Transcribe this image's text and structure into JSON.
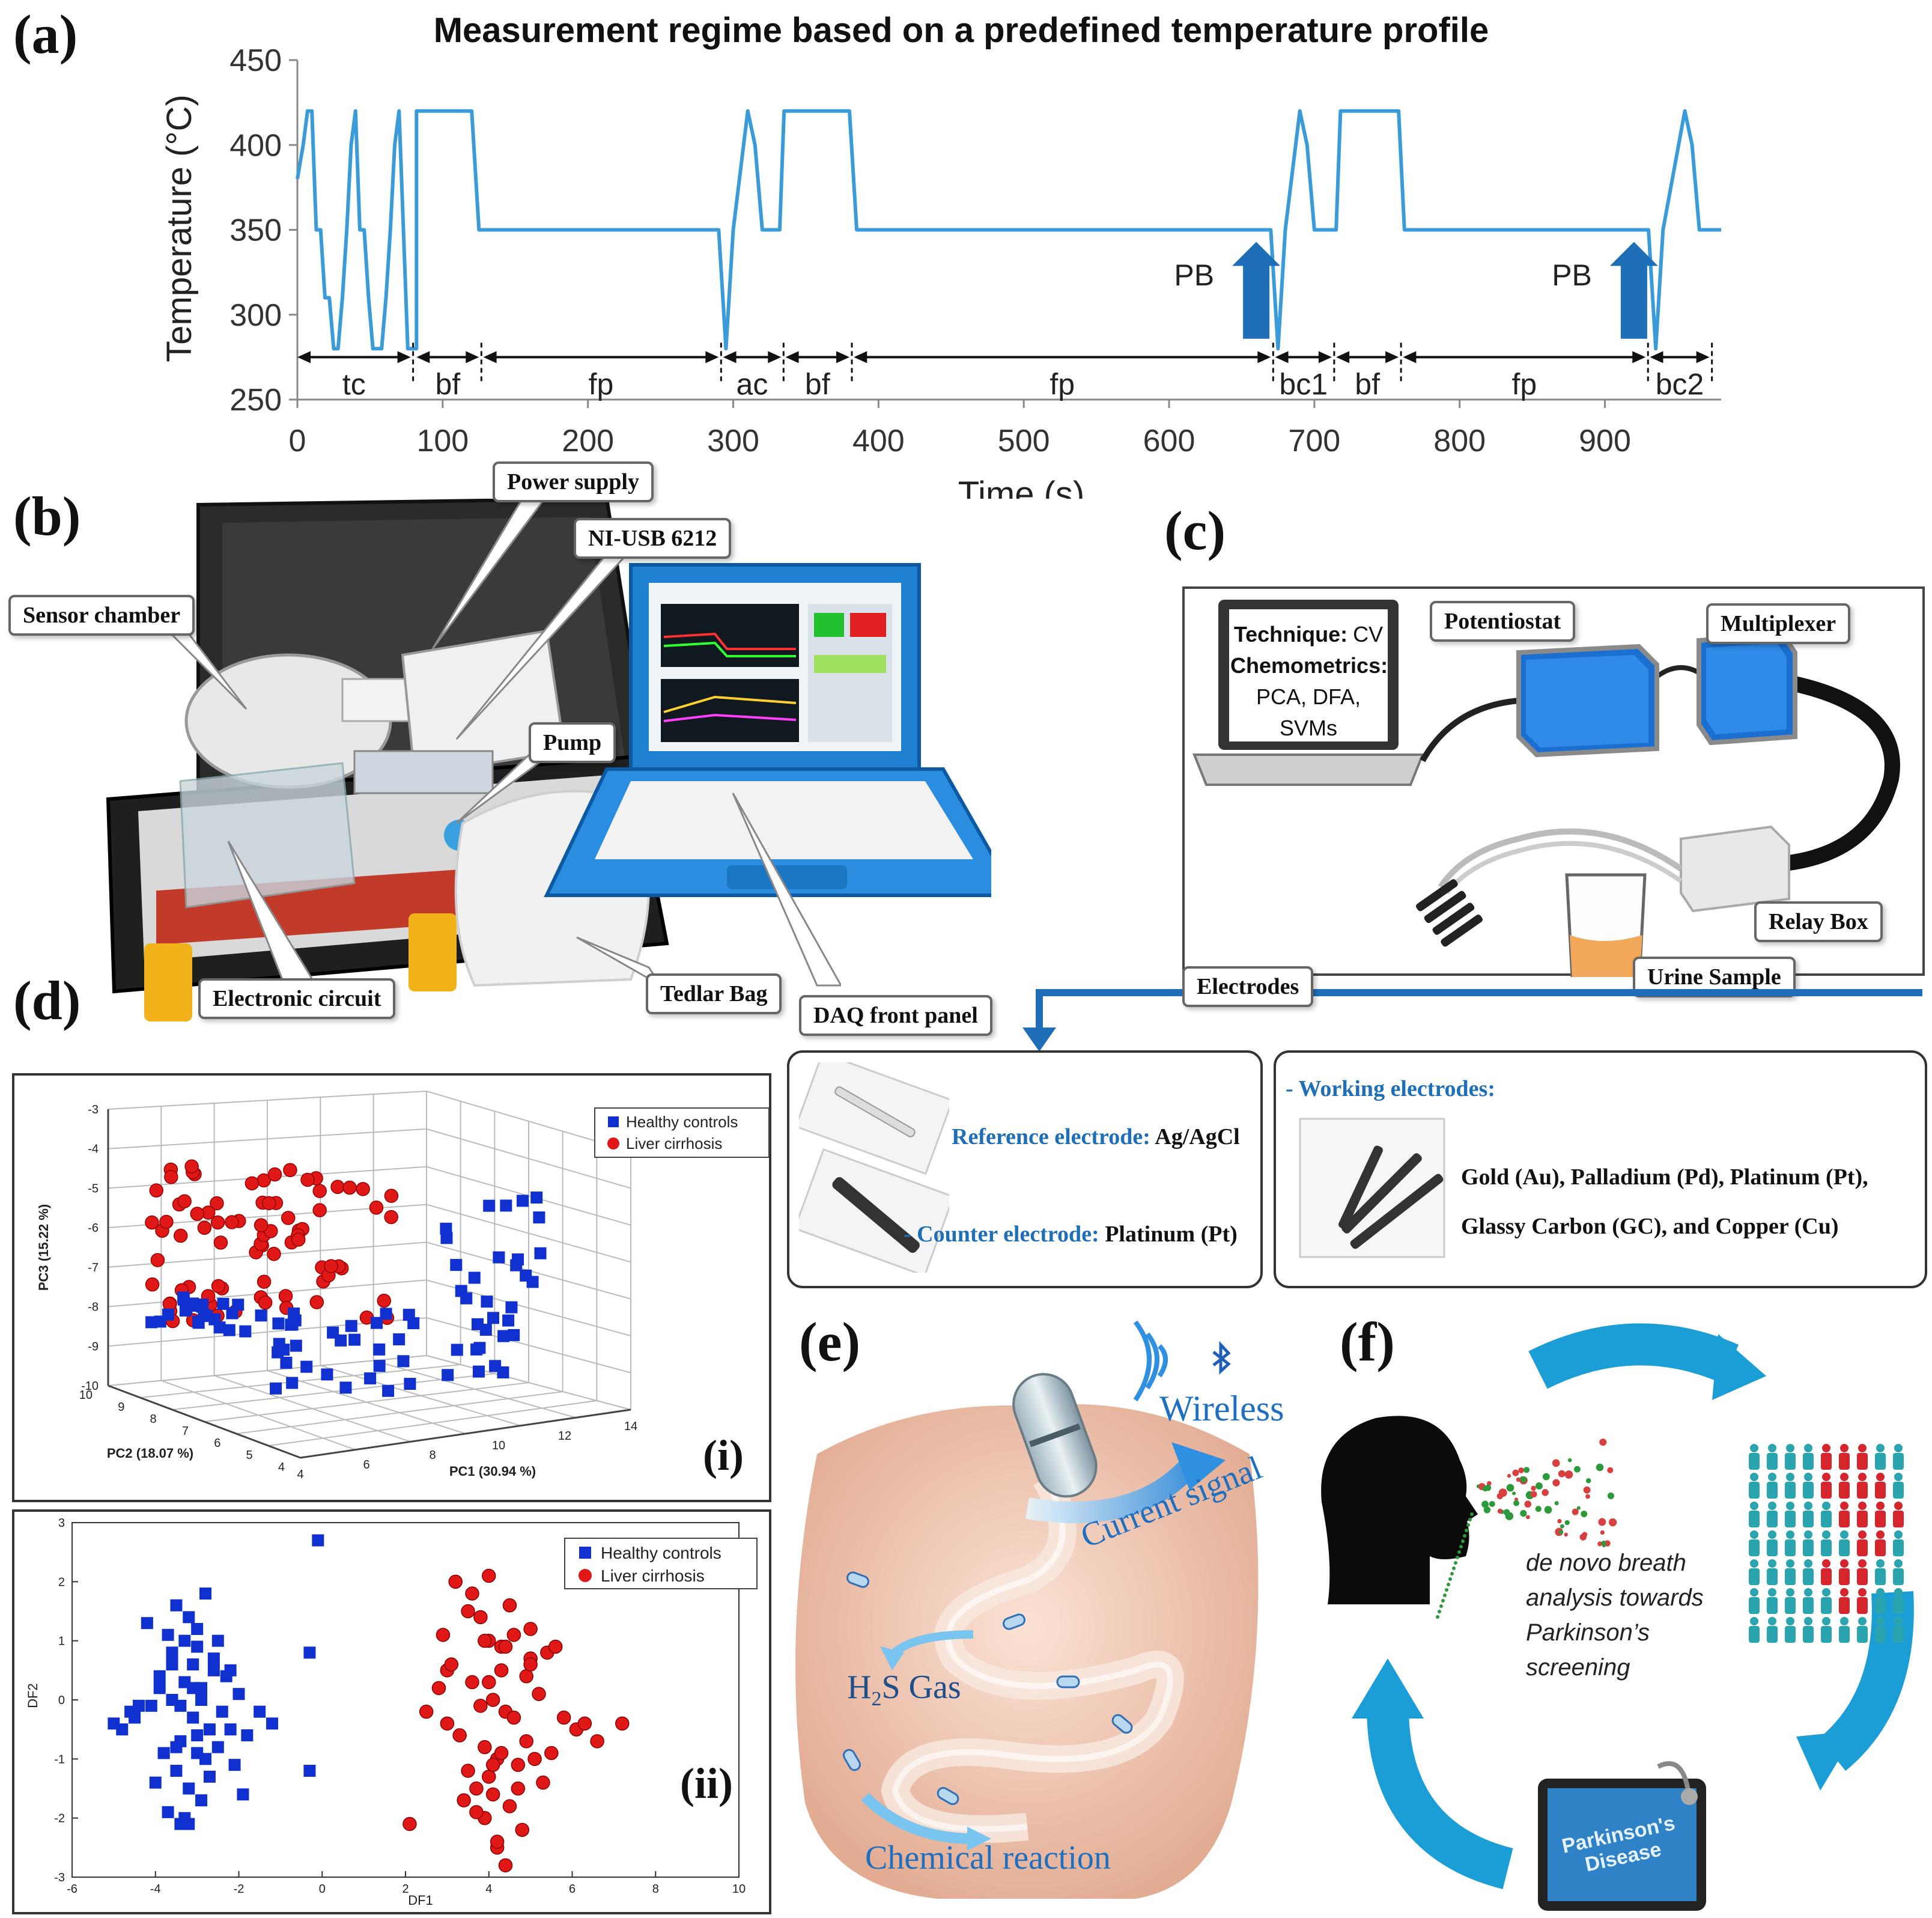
{
  "panels": {
    "a": "(a)",
    "b": "(b)",
    "c": "(c)",
    "d": "(d)",
    "e": "(e)",
    "f": "(f)"
  },
  "chart_data": [
    {
      "type": "line",
      "title": "Measurement regime based on a predefined temperature profile",
      "xlabel": "Time (s)",
      "ylabel": "Temperature (°C)",
      "xlim": [
        0,
        980
      ],
      "ylim": [
        250,
        450
      ],
      "xticks": [
        0,
        100,
        200,
        300,
        400,
        500,
        600,
        700,
        800,
        900
      ],
      "yticks": [
        250,
        300,
        350,
        400,
        450
      ],
      "color": "#3a9bd8",
      "series": [
        {
          "x": [
            0,
            4,
            7,
            10,
            13,
            16,
            19,
            22,
            25,
            28,
            31,
            34,
            37,
            40,
            43,
            46,
            49,
            52,
            55,
            58,
            61,
            64,
            67,
            70,
            73,
            76,
            79,
            82,
            82,
            120,
            125,
            290,
            295,
            300,
            310,
            315,
            320,
            332,
            335,
            380,
            385,
            670,
            675,
            680,
            690,
            695,
            700,
            715,
            718,
            758,
            762,
            930,
            935,
            940,
            955,
            960,
            965,
            980
          ],
          "y": [
            380,
            400,
            420,
            420,
            350,
            350,
            310,
            310,
            280,
            280,
            310,
            350,
            400,
            420,
            350,
            350,
            310,
            280,
            280,
            280,
            310,
            350,
            400,
            420,
            350,
            280,
            280,
            280,
            420,
            420,
            350,
            350,
            280,
            350,
            420,
            400,
            350,
            350,
            420,
            420,
            350,
            350,
            280,
            350,
            420,
            400,
            350,
            350,
            420,
            420,
            350,
            350,
            280,
            350,
            420,
            400,
            350,
            350
          ]
        }
      ],
      "annotations": {
        "pb_label": "PB",
        "pb_times": [
          660,
          920
        ],
        "segments": [
          {
            "label": "tc",
            "from": 0,
            "to": 78
          },
          {
            "label": "bf",
            "from": 82,
            "to": 125
          },
          {
            "label": "fp",
            "from": 128,
            "to": 290
          },
          {
            "label": "ac",
            "from": 293,
            "to": 333
          },
          {
            "label": "bf",
            "from": 336,
            "to": 380
          },
          {
            "label": "fp",
            "from": 383,
            "to": 670
          },
          {
            "label": "bc1",
            "from": 673,
            "to": 712
          },
          {
            "label": "bf",
            "from": 715,
            "to": 758
          },
          {
            "label": "fp",
            "from": 761,
            "to": 928
          },
          {
            "label": "bc2",
            "from": 931,
            "to": 972
          }
        ]
      }
    },
    {
      "type": "scatter",
      "xlabel": "PC1 (30.94 %)",
      "ylabel": "PC3 (15.22 %)",
      "zlabel": "PC2 (18.07 %)",
      "pc1_ticks": [
        "4",
        "6",
        "8",
        "10",
        "12",
        "14"
      ],
      "pc2_ticks": [
        "10",
        "9",
        "8",
        "7",
        "6",
        "5",
        "4"
      ],
      "pc3_ticks": [
        "-3",
        "-4",
        "-5",
        "-6",
        "-7",
        "-8",
        "-9",
        "-10"
      ],
      "legend": [
        "Healthy controls",
        "Liver cirrhosis"
      ],
      "legend_position": "top-right",
      "roman": "(i)"
    },
    {
      "type": "scatter",
      "xlabel": "DF1",
      "ylabel": "DF2",
      "xlim": [
        -6,
        10
      ],
      "ylim": [
        -3,
        3
      ],
      "xticks": [
        "-6",
        "-4",
        "-2",
        "0",
        "2",
        "4",
        "6",
        "8",
        "10"
      ],
      "yticks": [
        "3",
        "2",
        "1",
        "0",
        "-1",
        "-2",
        "-3"
      ],
      "legend": [
        "Healthy controls",
        "Liver cirrhosis"
      ],
      "legend_position": "top-right",
      "roman": "(ii)",
      "series": [
        {
          "name": "Healthy controls",
          "color": "#1030d0",
          "marker": "square",
          "x": [
            -3.5,
            -3.2,
            -2.8,
            -3.0,
            -3.6,
            -2.5,
            -2.2,
            -3.9,
            -4.1,
            -3.3,
            -2.9,
            -3.1,
            -2.7,
            -3.4,
            -3.8,
            -2.4,
            -2.0,
            -1.8,
            -4.5,
            -4.8,
            -5.0,
            -3.7,
            -3.0,
            -2.6,
            -2.3,
            -3.5,
            -3.2,
            -2.8,
            -4.0,
            -3.3,
            -2.1,
            -1.5,
            -1.2,
            -3.6,
            -3.9,
            -2.9,
            -3.4,
            -3.1,
            -3.5,
            -3.0,
            -2.7,
            -3.8,
            -4.2,
            -2.5,
            -1.9,
            -0.1,
            -0.3,
            -0.3,
            -3.4,
            -3.2,
            -2.9,
            -3.7,
            -4.4,
            -3.1,
            -2.6,
            -3.3,
            -3.6,
            -2.2,
            -4.6,
            -3.0
          ],
          "y": [
            1.6,
            1.4,
            1.8,
            0.9,
            0.6,
            1.0,
            0.5,
            0.2,
            -0.1,
            0.3,
            0.0,
            -0.3,
            -0.5,
            -0.7,
            -0.9,
            -0.2,
            0.1,
            -0.6,
            -0.3,
            -0.5,
            -0.4,
            1.1,
            1.2,
            0.7,
            0.4,
            -1.2,
            -1.5,
            -1.0,
            -1.4,
            -2.0,
            -1.1,
            -0.2,
            -0.4,
            0.8,
            0.4,
            0.2,
            -0.1,
            0.6,
            -0.8,
            -0.6,
            -1.3,
            -0.9,
            1.3,
            -0.8,
            -1.6,
            2.7,
            0.8,
            -1.2,
            -2.1,
            -2.1,
            -1.7,
            -1.9,
            -0.1,
            0.2,
            0.5,
            1.0,
            0.0,
            -0.5,
            -0.2,
            -0.9
          ]
        },
        {
          "name": "Liver cirrhosis",
          "color": "#e01818",
          "marker": "circle",
          "x": [
            3.2,
            3.5,
            4.0,
            4.3,
            3.8,
            4.6,
            5.0,
            5.4,
            3.0,
            2.8,
            3.6,
            4.1,
            4.4,
            4.9,
            5.2,
            5.8,
            6.1,
            3.3,
            3.9,
            4.2,
            4.7,
            5.5,
            6.3,
            7.2,
            4.0,
            3.7,
            4.5,
            5.1,
            3.4,
            4.8,
            2.1,
            3.9,
            4.2,
            4.4,
            4.0,
            3.6,
            5.0,
            5.6,
            4.3,
            3.1,
            3.8,
            4.6,
            4.9,
            4.1,
            3.5,
            2.5,
            3.0,
            4.4,
            4.0,
            4.7,
            5.3,
            6.6,
            4.2,
            3.7,
            4.5,
            3.9,
            4.3,
            2.9,
            5.0,
            4.1
          ],
          "y": [
            2.0,
            1.5,
            1.0,
            0.9,
            1.4,
            1.1,
            0.7,
            0.8,
            0.5,
            0.2,
            0.3,
            0.0,
            -0.2,
            0.4,
            0.1,
            -0.3,
            -0.5,
            -0.6,
            -0.8,
            -1.0,
            -1.1,
            -0.9,
            -0.4,
            -0.4,
            -1.3,
            -1.5,
            -1.8,
            -1.0,
            -1.7,
            -2.2,
            -2.1,
            -2.0,
            -2.5,
            -2.8,
            2.1,
            1.8,
            1.2,
            0.9,
            0.5,
            0.6,
            -0.1,
            -0.3,
            -0.7,
            -1.1,
            -1.2,
            -0.2,
            -0.4,
            0.9,
            0.3,
            -1.5,
            -1.4,
            -0.7,
            -2.4,
            -1.9,
            1.6,
            1.0,
            -0.9,
            1.1,
            0.6,
            -1.6
          ]
        }
      ]
    }
  ],
  "b": {
    "callouts": [
      "Power supply",
      "NI-USB 6212",
      "Sensor chamber",
      "Pump",
      "Electronic circuit",
      "Tedlar Bag",
      "DAQ front panel"
    ]
  },
  "c": {
    "laptop": {
      "technique_label": "Technique:",
      "technique_value": "CV",
      "chemometrics_label": "Chemometrics:",
      "chemometrics_value": "PCA, DFA, SVMs"
    },
    "callouts": [
      "Potentiostat",
      "Multiplexer",
      "Relay Box",
      "Urine Sample",
      "Electrodes"
    ],
    "reference_label": "Reference electrode:",
    "reference_value": "Ag/AgCl",
    "counter_label": "- Counter electrode:",
    "counter_value": "Platinum (Pt)",
    "working_title": "- Working electrodes:",
    "working_line1": "Gold (Au), Palladium (Pd), Platinum (Pt),",
    "working_line2": "Glassy Carbon (GC), and Copper (Cu)"
  },
  "e": {
    "wireless": "Wireless",
    "current_signal": "Current signal",
    "h2s_prefix": "H",
    "h2s_sub": "2",
    "h2s_suffix": "S Gas",
    "chemical_reaction": "Chemical reaction"
  },
  "f": {
    "caption_line1": "de novo breath",
    "caption_line2": "analysis towards",
    "caption_line3": "Parkinson’s",
    "caption_line4": "screening",
    "tablet_line1": "Parkinson's",
    "tablet_line2": "Disease"
  },
  "colors": {
    "line_blue": "#3a9bd8",
    "arrow_blue": "#1e6fb8",
    "healthy": "#1030d0",
    "cirrhosis": "#e01818",
    "cyan": "#1b9ed6",
    "teal_person": "#2aa5b0",
    "red_person": "#d4262c"
  }
}
